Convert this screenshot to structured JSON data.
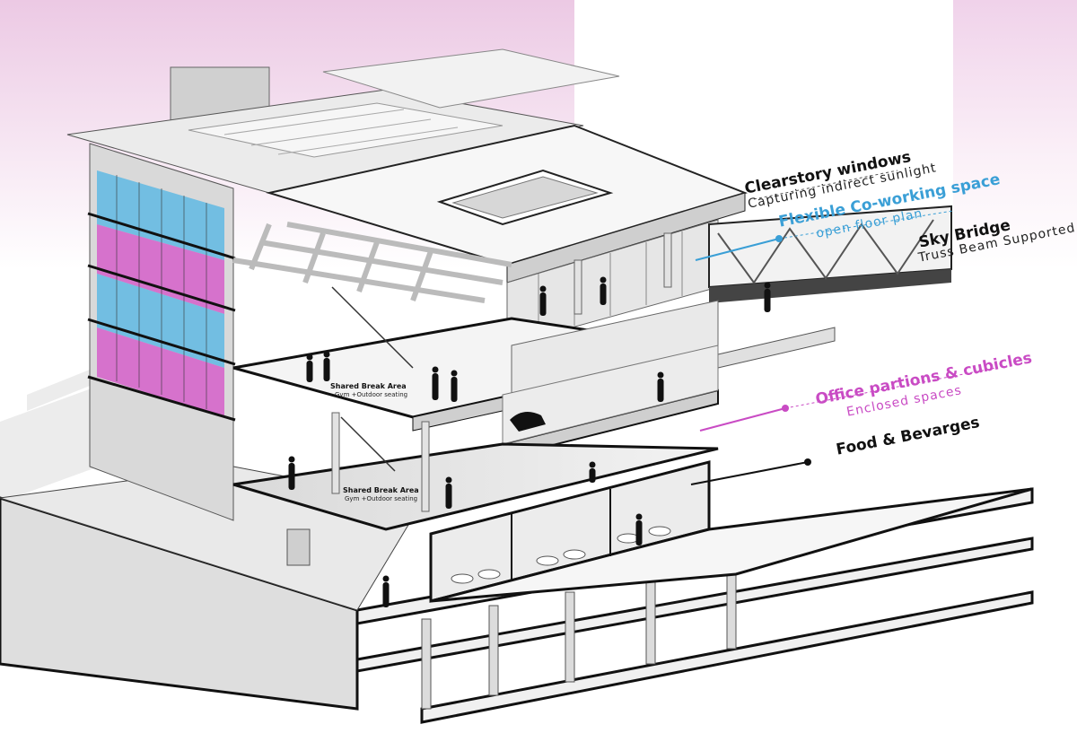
{
  "annotations": {
    "clerestory": {
      "title": "Clearstory windows",
      "subtitle": "Capturing indirect sunlight"
    },
    "coworking": {
      "title": "Flexible Co-working space",
      "subtitle": "open floor plan"
    },
    "skybridge": {
      "title": "Sky Bridge",
      "subtitle": "Truss Beam Supported"
    },
    "office": {
      "title": "Office partions & cubicles",
      "subtitle": "Enclosed spaces"
    },
    "food": {
      "title": "Food & Bevarges"
    }
  },
  "break_areas": [
    {
      "title": "Shared Break Area",
      "subtitle": "Gym +Outdoor seating"
    },
    {
      "title": "Shared Break Area",
      "subtitle": "Gym +Outdoor seating"
    }
  ],
  "colors": {
    "accent_blue": "#3a9fd6",
    "accent_magenta": "#c94bc4",
    "background_pink": "#f1d3ea",
    "glass_blue": "#5fb8e3",
    "glass_magenta": "#d55fc9"
  }
}
